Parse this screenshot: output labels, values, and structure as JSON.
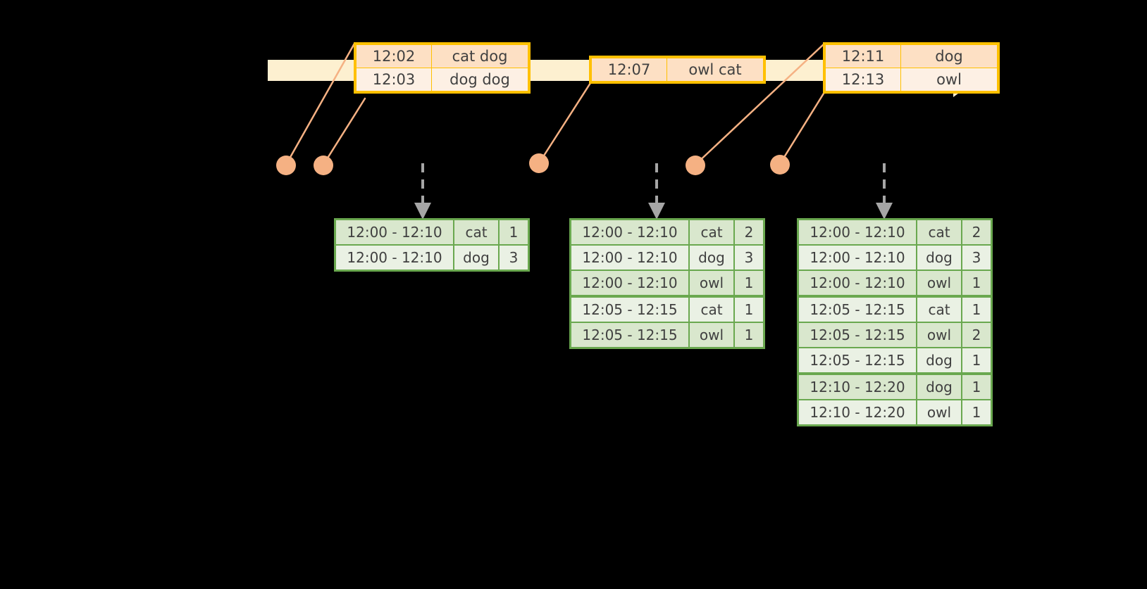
{
  "diagram": {
    "title": "sliding-window-word-count-timeline",
    "colors": {
      "background": "#000000",
      "timeline_fill": "#fdf0d0",
      "timeline_stroke": "#fdf0d0",
      "event_border": "#ffc000",
      "event_fill_a": "#fde0c4",
      "event_fill_b": "#fdf0e4",
      "dot_fill": "#f5b183",
      "connector_stroke": "#f5b183",
      "result_border": "#6aa84f",
      "result_fill_a": "#d9e7cd",
      "result_fill_b": "#eaf1e4",
      "arrow_gray": "#a6a6a6",
      "text": "#404040"
    }
  },
  "timeline": {
    "name": "event-time-axis",
    "events": [
      {
        "id": "event-group-1",
        "rows": [
          {
            "time": "12:02",
            "words": "cat dog"
          },
          {
            "time": "12:03",
            "words": "dog dog"
          }
        ]
      },
      {
        "id": "event-group-2",
        "rows": [
          {
            "time": "12:07",
            "words": "owl cat"
          }
        ]
      },
      {
        "id": "event-group-3",
        "rows": [
          {
            "time": "12:11",
            "words": "dog"
          },
          {
            "time": "12:13",
            "words": "owl"
          }
        ]
      }
    ]
  },
  "results": [
    {
      "id": "result-table-1",
      "rows": [
        {
          "window": "12:00 - 12:10",
          "word": "cat",
          "count": "1"
        },
        {
          "window": "12:00 - 12:10",
          "word": "dog",
          "count": "3"
        }
      ]
    },
    {
      "id": "result-table-2",
      "rows": [
        {
          "window": "12:00 - 12:10",
          "word": "cat",
          "count": "2"
        },
        {
          "window": "12:00 - 12:10",
          "word": "dog",
          "count": "3"
        },
        {
          "window": "12:00 - 12:10",
          "word": "owl",
          "count": "1"
        },
        {
          "window": "12:05 - 12:15",
          "word": "cat",
          "count": "1"
        },
        {
          "window": "12:05 - 12:15",
          "word": "owl",
          "count": "1"
        }
      ]
    },
    {
      "id": "result-table-3",
      "rows": [
        {
          "window": "12:00 - 12:10",
          "word": "cat",
          "count": "2"
        },
        {
          "window": "12:00 - 12:10",
          "word": "dog",
          "count": "3"
        },
        {
          "window": "12:00 - 12:10",
          "word": "owl",
          "count": "1"
        },
        {
          "window": "12:05 - 12:15",
          "word": "cat",
          "count": "1"
        },
        {
          "window": "12:05 - 12:15",
          "word": "owl",
          "count": "2"
        },
        {
          "window": "12:05 - 12:15",
          "word": "dog",
          "count": "1"
        },
        {
          "window": "12:10 - 12:20",
          "word": "dog",
          "count": "1"
        },
        {
          "window": "12:10 - 12:20",
          "word": "owl",
          "count": "1"
        }
      ]
    }
  ]
}
